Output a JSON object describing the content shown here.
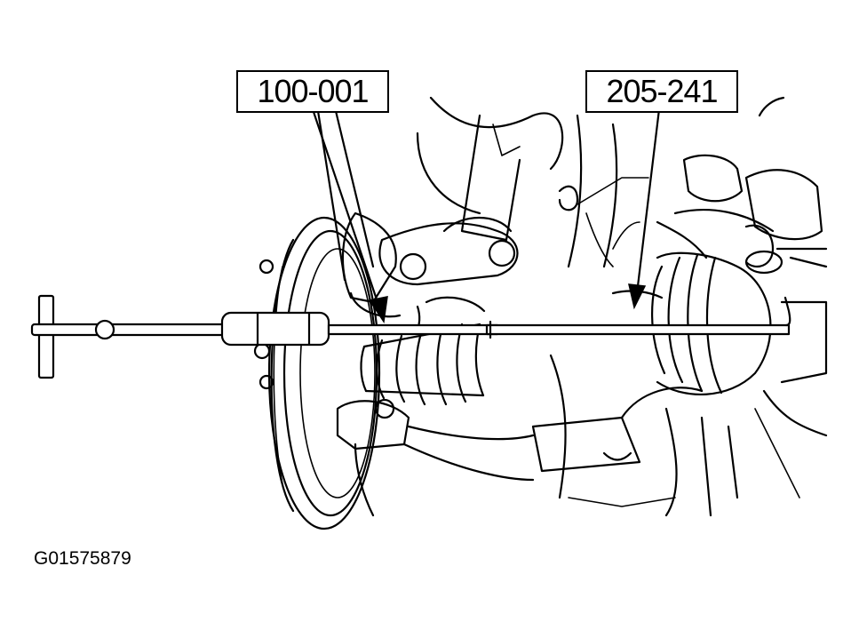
{
  "callouts": [
    {
      "label": "100-001"
    },
    {
      "label": "205-241"
    }
  ],
  "figure_id": "G01575879",
  "colors": {
    "line": "#000000",
    "background": "#ffffff"
  }
}
